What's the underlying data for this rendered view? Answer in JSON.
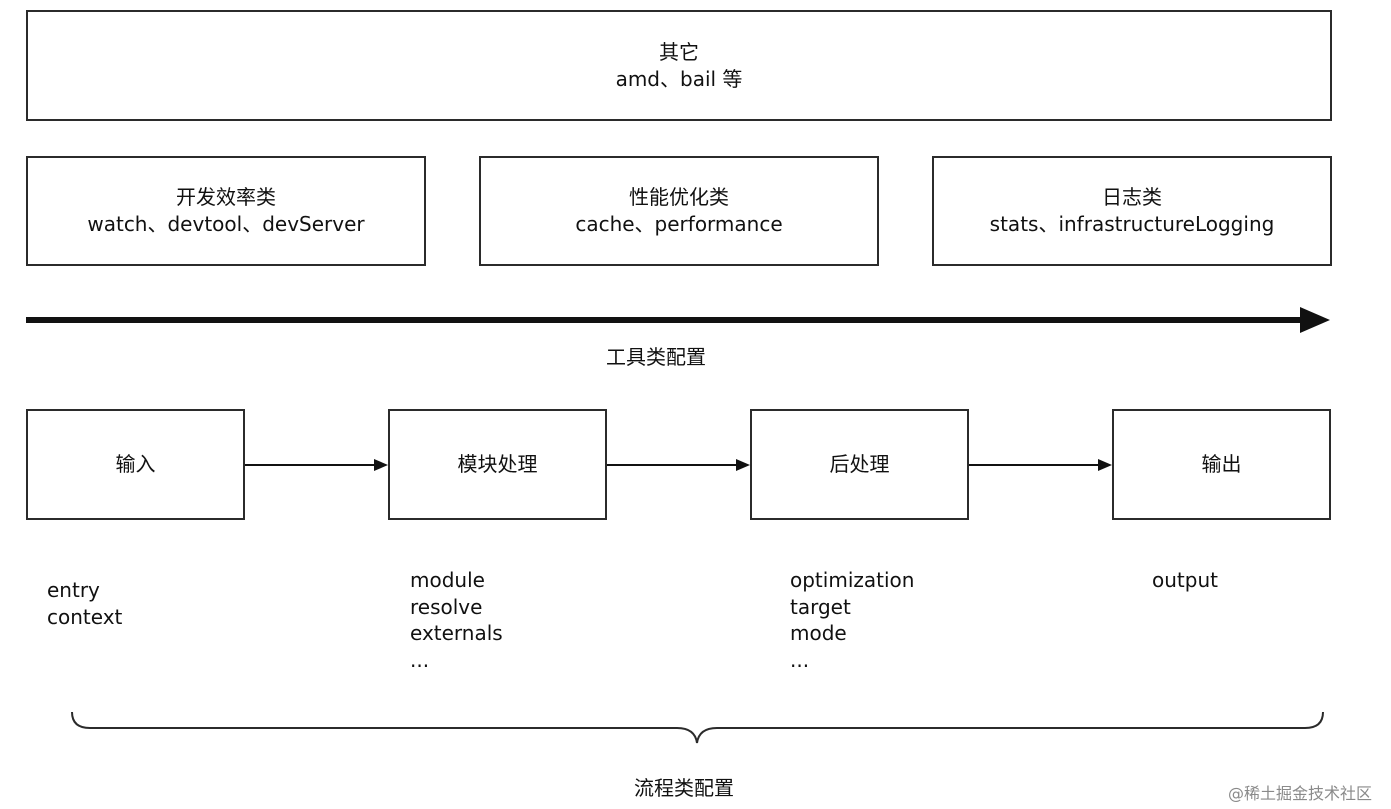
{
  "top_box": {
    "title": "其它",
    "subtitle": "amd、bail 等"
  },
  "tool_boxes": [
    {
      "title": "开发效率类",
      "subtitle": "watch、devtool、devServer"
    },
    {
      "title": "性能优化类",
      "subtitle": "cache、performance"
    },
    {
      "title": "日志类",
      "subtitle": "stats、infrastructureLogging"
    }
  ],
  "tool_axis_label": "工具类配置",
  "flow_boxes": [
    {
      "title": "输入"
    },
    {
      "title": "模块处理"
    },
    {
      "title": "后处理"
    },
    {
      "title": "输出"
    }
  ],
  "flow_params": [
    [
      "entry",
      "context"
    ],
    [
      "module",
      "resolve",
      "externals",
      "..."
    ],
    [
      "optimization",
      "target",
      "mode",
      "..."
    ],
    [
      "output"
    ]
  ],
  "flow_brace_label": "流程类配置",
  "watermark": "@稀土掘金技术社区",
  "colors": {
    "stroke": "#2b2b2b",
    "arrow": "#111111",
    "background": "#ffffff"
  }
}
